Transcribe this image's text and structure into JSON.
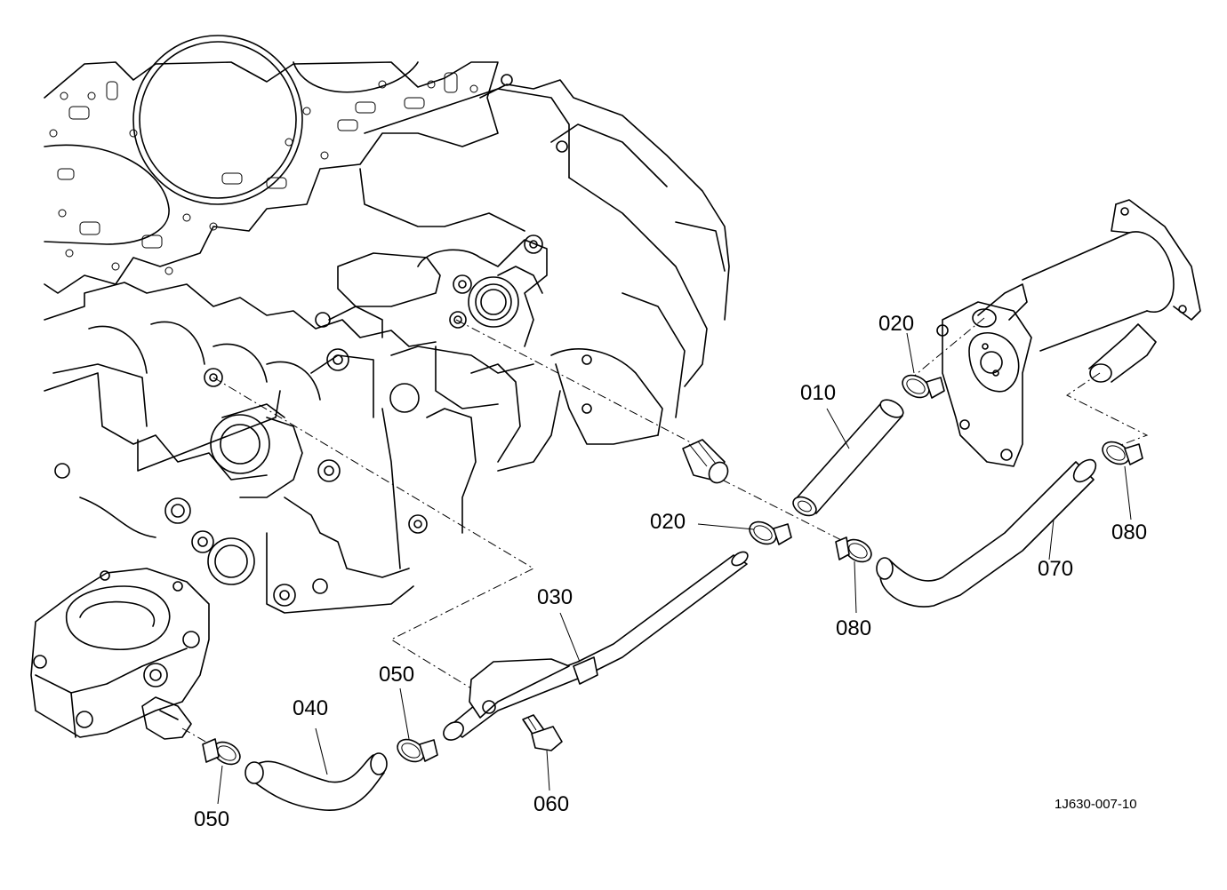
{
  "parts": [
    {
      "id": "p010",
      "label": "010"
    },
    {
      "id": "p020a",
      "label": "020"
    },
    {
      "id": "p020b",
      "label": "020"
    },
    {
      "id": "p030",
      "label": "030"
    },
    {
      "id": "p040",
      "label": "040"
    },
    {
      "id": "p050a",
      "label": "050"
    },
    {
      "id": "p050b",
      "label": "050"
    },
    {
      "id": "p060",
      "label": "060"
    },
    {
      "id": "p070",
      "label": "070"
    },
    {
      "id": "p080a",
      "label": "080"
    },
    {
      "id": "p080b",
      "label": "080"
    }
  ],
  "reference": "1J630-007-10"
}
